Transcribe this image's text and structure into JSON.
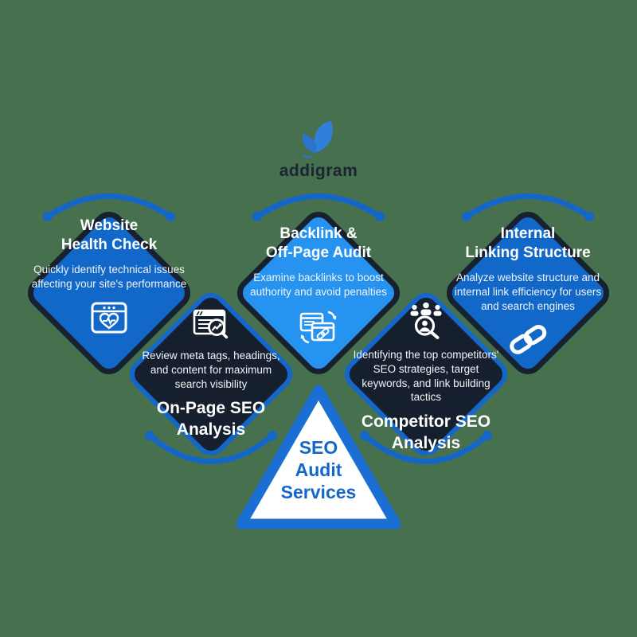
{
  "background_color": "#47714E",
  "colors": {
    "diamond_blue": "#1168C9",
    "diamond_bright_blue": "#2793F0",
    "diamond_dark_navy": "#161F2D",
    "navy_border": "#17202E",
    "arc_blue": "#1467C8",
    "triangle_border_blue": "#1B6FD3",
    "text_white": "#FFFFFF",
    "brand_navy": "#1B2433",
    "butterfly_blue": "#2F80DA"
  },
  "logo": {
    "brand": "addigram",
    "icon": "butterfly-icon"
  },
  "cards": [
    {
      "id": "website-health-check",
      "title_line1": "Website",
      "title_line2": "Health Check",
      "body": "Quickly identify technical issues affecting your site's performance",
      "icon": "website-health-icon"
    },
    {
      "id": "backlink-offpage-audit",
      "title_line1": "Backlink &",
      "title_line2": "Off-Page Audit",
      "body": "Examine backlinks to boost authority and avoid penalties",
      "icon": "backlink-audit-icon"
    },
    {
      "id": "internal-linking-structure",
      "title_line1": "Internal",
      "title_line2": "Linking Structure",
      "body": "Analyze website structure and internal link efficiency for users and search engines",
      "icon": "internal-linking-icon"
    },
    {
      "id": "onpage-seo-analysis",
      "title_line1": "On-Page SEO",
      "title_line2": "Analysis",
      "body": "Review meta tags, headings, and content for maximum search visibility",
      "icon": "onpage-seo-icon"
    },
    {
      "id": "competitor-seo-analysis",
      "title_line1": "Competitor SEO",
      "title_line2": "Analysis",
      "body": "Identifying the top competitors' SEO strategies, target keywords, and link building tactics",
      "icon": "competitor-seo-icon"
    }
  ],
  "center_badge": {
    "line1": "SEO",
    "line2": "Audit",
    "line3": "Services"
  }
}
